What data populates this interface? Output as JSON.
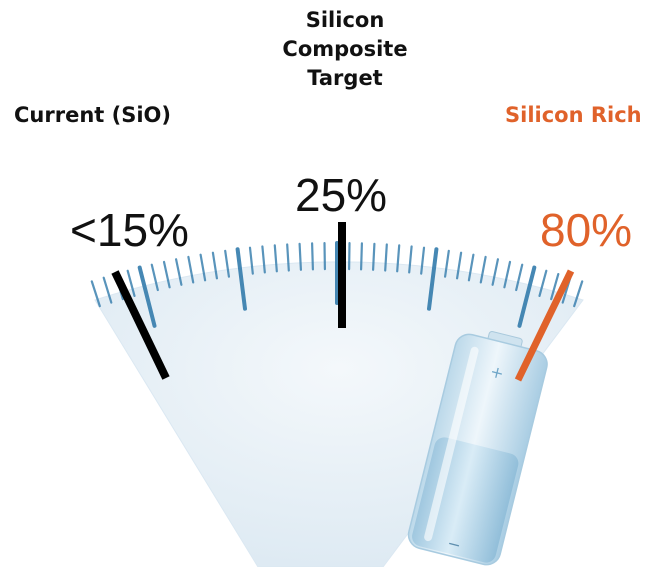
{
  "labels": {
    "current": "Current (SiO)",
    "target_line1": "Silicon",
    "target_line2": "Composite",
    "target_line3": "Target",
    "rich": "Silicon Rich"
  },
  "values": {
    "current": "<15%",
    "target": "25%",
    "rich": "80%"
  },
  "battery": {
    "plus": "+",
    "minus": "−"
  },
  "colors": {
    "text": "#111111",
    "accent": "#e0622a",
    "gauge_face": "#e6f0f7",
    "tick": "#3d82b0",
    "needle_black": "#000000"
  },
  "icons": [
    "battery-icon"
  ]
}
